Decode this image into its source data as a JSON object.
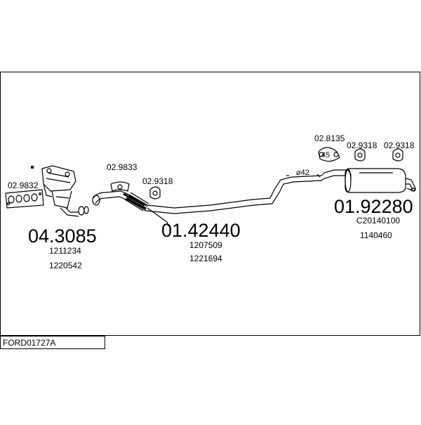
{
  "diagram_code": "FORD01727A",
  "parts": {
    "gasket_manifold": "02.9832",
    "catalyst": {
      "number": "04.3085",
      "refs": [
        "1211234",
        "1220542"
      ]
    },
    "gasket_flex_front": "02.9833",
    "gasket_flex_rear": "02.9318",
    "front_pipe": {
      "number": "01.42440",
      "refs": [
        "1207509",
        "1221694"
      ]
    },
    "pipe_diameter": "⌀42",
    "rubber_mount": "02.8135",
    "mount_badge": "45",
    "clamp_left": "02.9318",
    "clamp_right": "02.9318",
    "rear_silencer": {
      "number": "01.92280",
      "refs": [
        "C20140100",
        "1140460"
      ]
    }
  }
}
